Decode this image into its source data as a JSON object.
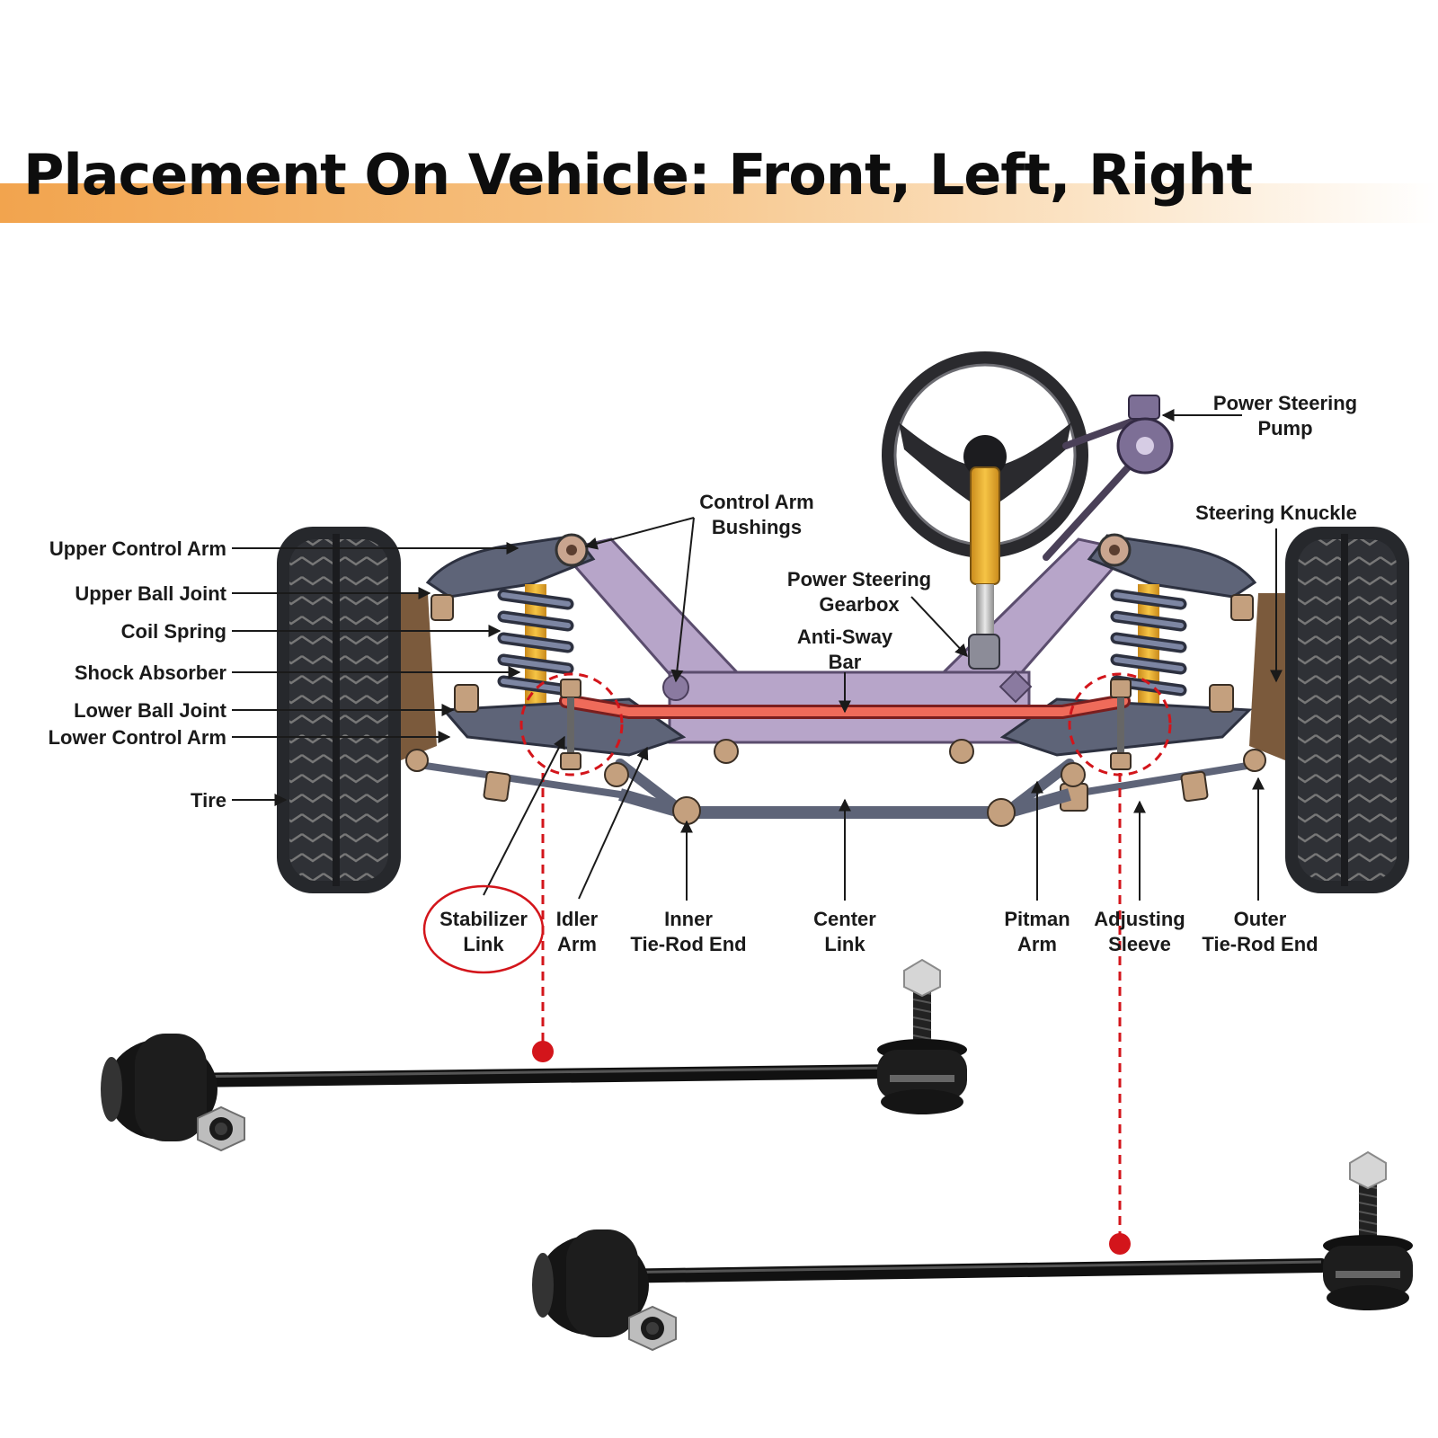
{
  "title": "Placement On Vehicle: Front, Left, Right",
  "labels": {
    "upper_control_arm": "Upper Control Arm",
    "upper_ball_joint": "Upper Ball Joint",
    "coil_spring": "Coil Spring",
    "shock_absorber": "Shock Absorber",
    "lower_ball_joint": "Lower Ball Joint",
    "lower_control_arm": "Lower Control Arm",
    "tire": "Tire",
    "control_arm_bushings": [
      "Control Arm",
      "Bushings"
    ],
    "power_steering_gearbox": [
      "Power Steering",
      "Gearbox"
    ],
    "anti_sway_bar": [
      "Anti-Sway",
      "Bar"
    ],
    "power_steering_pump": [
      "Power Steering",
      "Pump"
    ],
    "steering_knuckle": "Steering Knuckle",
    "stabilizer_link": [
      "Stabilizer",
      "Link"
    ],
    "idler_arm": [
      "Idler",
      "Arm"
    ],
    "inner_tie_rod_end": [
      "Inner",
      "Tie-Rod End"
    ],
    "center_link": [
      "Center",
      "Link"
    ],
    "pitman_arm": [
      "Pitman",
      "Arm"
    ],
    "adjusting_sleeve": [
      "Adjusting",
      "Sleeve"
    ],
    "outer_tie_rod_end": [
      "Outer",
      "Tie-Rod End"
    ]
  },
  "colors": {
    "title_band": "#f2a44e",
    "highlight_red": "#d3151b",
    "anti_sway_bar": "#ef6b5a",
    "frame": "#b7a5c9",
    "arm": "#5e6478"
  }
}
